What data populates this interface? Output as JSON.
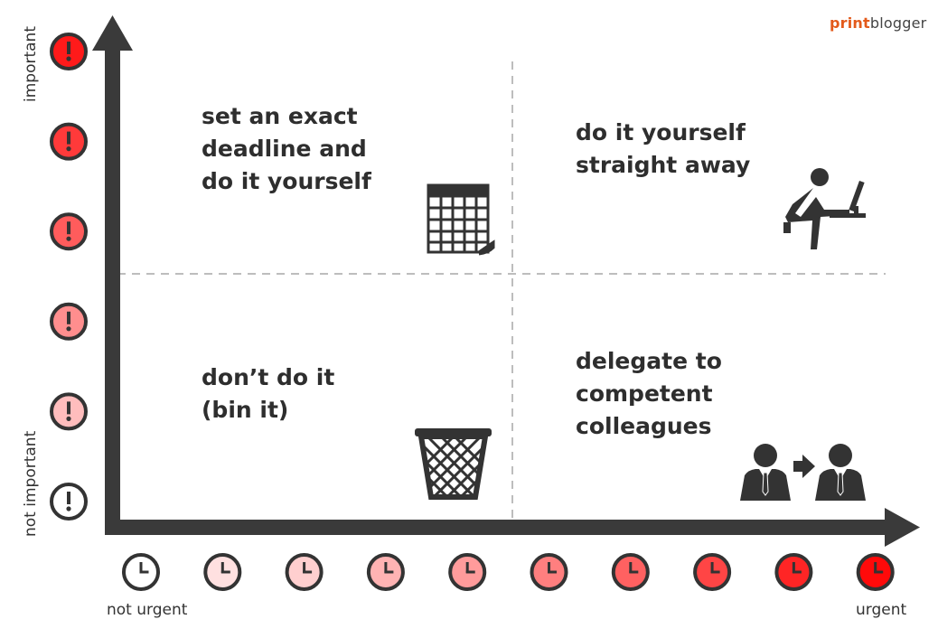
{
  "brand": {
    "part1": "print",
    "part2": "blogger",
    "accent": "#e35a1b"
  },
  "axes": {
    "y_top_label": "important",
    "y_bottom_label": "not important",
    "x_left_label": "not urgent",
    "x_right_label": "urgent"
  },
  "quadrants": {
    "top_left": {
      "lines": [
        "set an exact",
        "deadline and",
        "do it yourself"
      ],
      "icon": "calendar-icon"
    },
    "top_right": {
      "lines": [
        "do it yourself",
        "straight away"
      ],
      "icon": "person-at-computer-icon"
    },
    "bottom_left": {
      "lines": [
        "don’t do it",
        "(bin it)"
      ],
      "icon": "trash-bin-icon"
    },
    "bottom_right": {
      "lines": [
        "delegate to",
        "competent",
        "colleagues"
      ],
      "icon": "delegate-icon"
    }
  },
  "importance_scale": {
    "icon": "exclamation-circle-icon",
    "colors": [
      "#ff1a1a",
      "#ff3a3a",
      "#ff5c5c",
      "#ff8e8e",
      "#ffbdbd",
      "#ffffff"
    ]
  },
  "urgency_scale": {
    "icon": "clock-icon",
    "colors": [
      "#ffffff",
      "#ffe0e0",
      "#ffcfcf",
      "#ffb3b3",
      "#ff9b9b",
      "#ff7f7f",
      "#ff6161",
      "#ff4545",
      "#ff2525",
      "#ff0a0a"
    ]
  },
  "colors": {
    "axis": "#3a3a3a",
    "divider": "#bdbdbd"
  }
}
